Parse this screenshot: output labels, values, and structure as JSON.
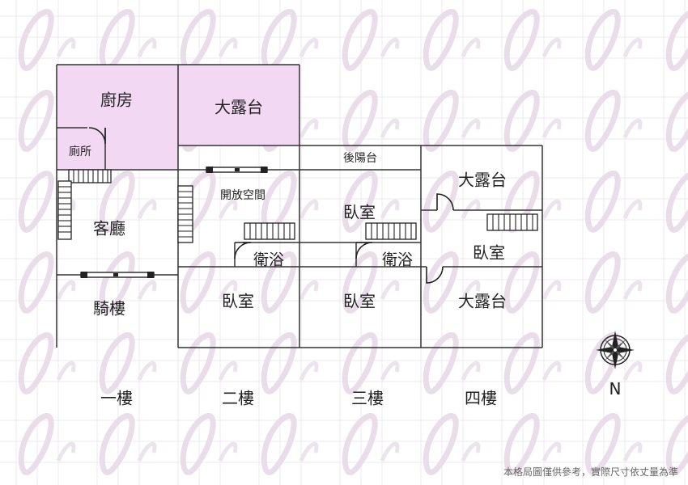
{
  "rooms": {
    "kitchen": "廚房",
    "big_terrace_top": "大露台",
    "toilet": "廁所",
    "living_room": "客廳",
    "arcade": "騎樓",
    "open_space": "開放空間",
    "rear_balcony": "後陽台",
    "bath_2f": "衛浴",
    "bedroom_2f": "臥室",
    "bedroom_3f_upper": "臥室",
    "bath_3f": "衛浴",
    "bedroom_3f_lower": "臥室",
    "terrace_4f_upper": "大露台",
    "bedroom_4f": "臥室",
    "terrace_4f_lower": "大露台"
  },
  "floors": {
    "f1": "一樓",
    "f2": "二樓",
    "f3": "三樓",
    "f4": "四樓"
  },
  "compass": {
    "north_label": "N"
  },
  "disclaimer": "本格局圖僅供參考，實際尺寸依丈量為準",
  "colors": {
    "highlight": "#f2d8f2",
    "wall": "#333333",
    "watermark": "#ece4ec"
  }
}
